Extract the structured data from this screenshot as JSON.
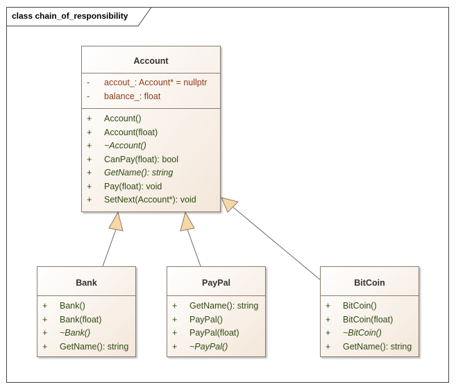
{
  "frame": {
    "title": "class chain_of_responsibility"
  },
  "classes": {
    "account": {
      "name": "Account",
      "attributes": [
        {
          "vis": "-",
          "text": "accout_: Account* = nullptr"
        },
        {
          "vis": "-",
          "text": "balance_: float"
        }
      ],
      "operations": [
        {
          "vis": "+",
          "text": "Account()"
        },
        {
          "vis": "+",
          "text": "Account(float)"
        },
        {
          "vis": "+",
          "text": "~Account()"
        },
        {
          "vis": "+",
          "text": "CanPay(float): bool"
        },
        {
          "vis": "+",
          "text": "GetName(): string"
        },
        {
          "vis": "+",
          "text": "Pay(float): void"
        },
        {
          "vis": "+",
          "text": "SetNext(Account*): void"
        }
      ]
    },
    "bank": {
      "name": "Bank",
      "operations": [
        {
          "vis": "+",
          "text": "Bank()"
        },
        {
          "vis": "+",
          "text": "Bank(float)"
        },
        {
          "vis": "+",
          "text": "~Bank()"
        },
        {
          "vis": "+",
          "text": "GetName(): string"
        }
      ]
    },
    "paypal": {
      "name": "PayPal",
      "operations": [
        {
          "vis": "+",
          "text": "GetName(): string"
        },
        {
          "vis": "+",
          "text": "PayPal()"
        },
        {
          "vis": "+",
          "text": "PayPal(float)"
        },
        {
          "vis": "+",
          "text": "~PayPal()"
        }
      ]
    },
    "bitcoin": {
      "name": "BitCoin",
      "operations": [
        {
          "vis": "+",
          "text": "BitCoin()"
        },
        {
          "vis": "+",
          "text": "BitCoin(float)"
        },
        {
          "vis": "+",
          "text": "~BitCoin()"
        },
        {
          "vis": "+",
          "text": "GetName(): string"
        }
      ]
    }
  }
}
